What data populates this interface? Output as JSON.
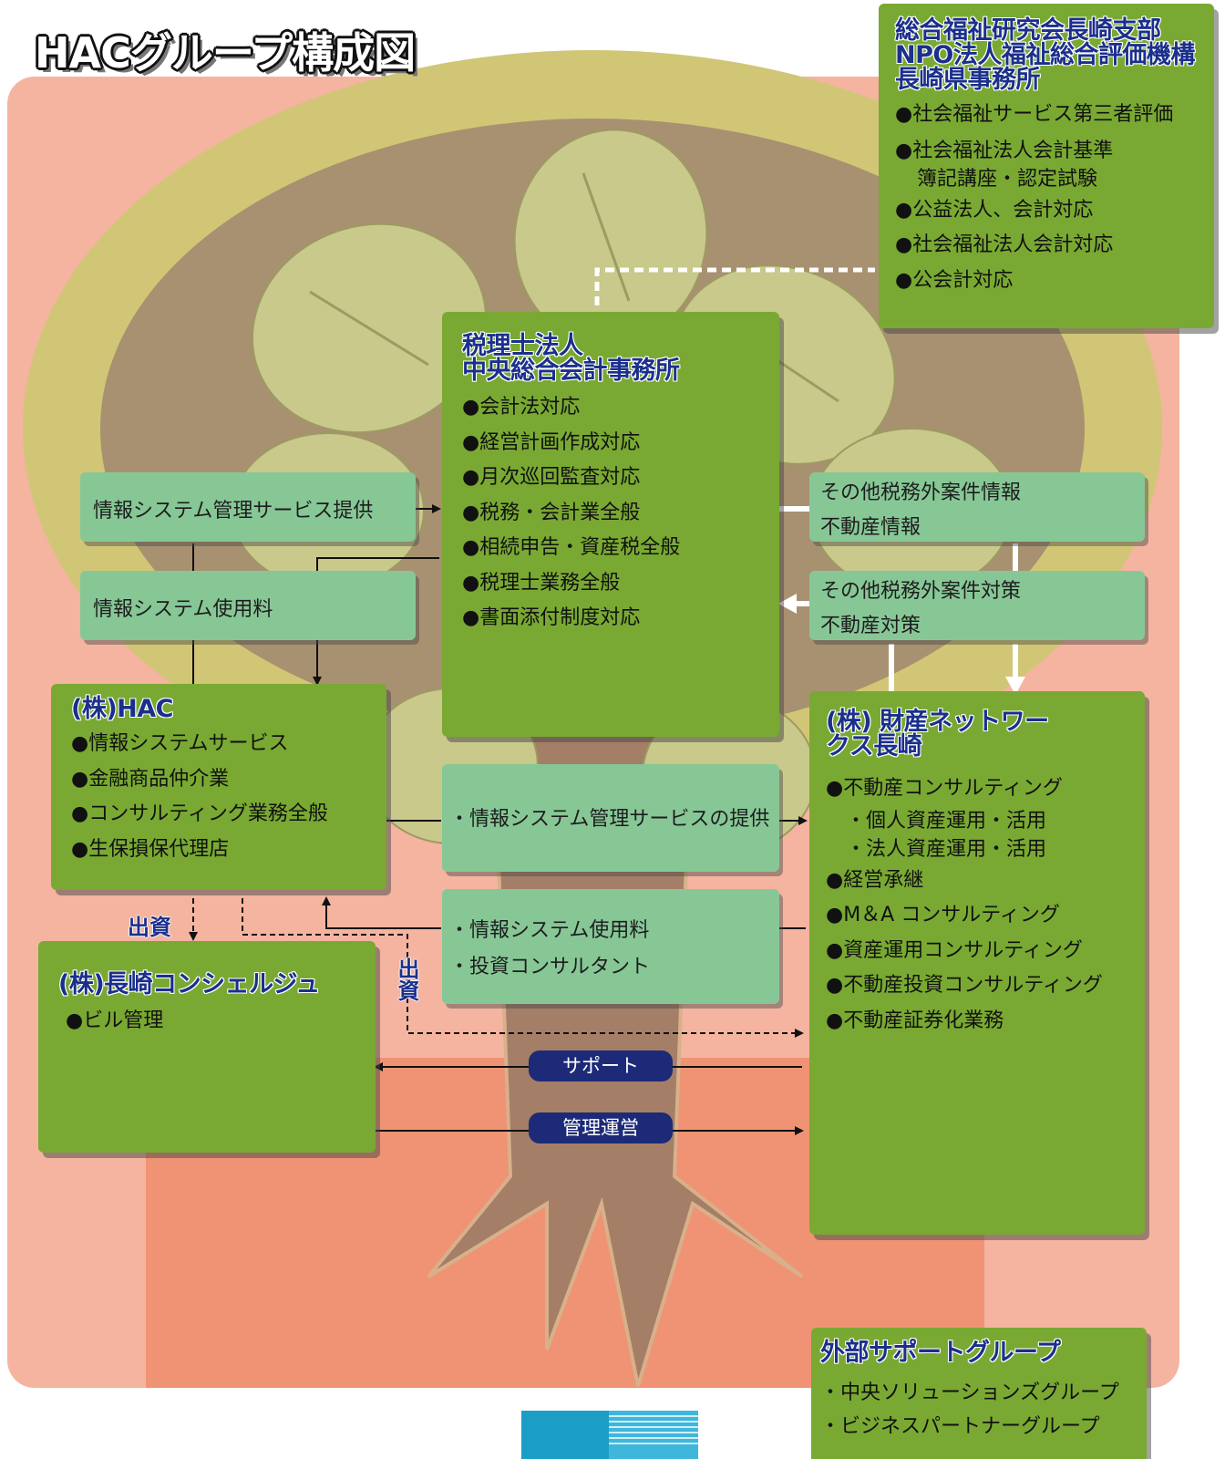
{
  "title": "HACグループ構成図",
  "colors": {
    "box_green": "#79a932",
    "light_green": "#87c796",
    "bg_pink": "#f4b4a0",
    "navy": "#1d2a78"
  },
  "npo_box": {
    "title_lines": [
      "総合福祉研究会長崎支部",
      "NPO法人福祉総合評価機構",
      "長崎県事務所"
    ],
    "items": [
      "●社会福祉サービス第三者評価",
      "●社会福祉法人会計基準",
      "簿記講座・認定試験",
      "●公益法人、会計対応",
      "●社会福祉法人会計対応",
      "●公会計対応"
    ]
  },
  "tax_box": {
    "title_lines": [
      "税理士法人",
      "中央総合会計事務所"
    ],
    "items": [
      "●会計法対応",
      "●経営計画作成対応",
      "●月次巡回監査対応",
      "●税務・会計業全般",
      "●相続申告・資産税全般",
      "●税理士業務全般",
      "●書面添付制度対応"
    ]
  },
  "hac_box": {
    "title": "(株)HAC",
    "items": [
      "●情報システムサービス",
      "●金融商品仲介業",
      "●コンサルティング業務全般",
      "●生保損保代理店"
    ]
  },
  "concierge_box": {
    "title": "(株)長崎コンシェルジュ",
    "items": [
      "●ビル管理"
    ]
  },
  "zaisan_box": {
    "title_lines": [
      "(株) 財産ネットワー",
      "クス長崎"
    ],
    "items": [
      {
        "text": "●不動産コンサルティング",
        "sub": false
      },
      {
        "text": "・個人資産運用・活用",
        "sub": true
      },
      {
        "text": "・法人資産運用・活用",
        "sub": true
      },
      {
        "text": "●経営承継",
        "sub": false
      },
      {
        "text": "●M＆A コンサルティング",
        "sub": false
      },
      {
        "text": "●資産運用コンサルティング",
        "sub": false
      },
      {
        "text": "●不動産投資コンサルティング",
        "sub": false
      },
      {
        "text": "●不動産証券化業務",
        "sub": false
      }
    ]
  },
  "external_box": {
    "title": "外部サポートグループ",
    "items": [
      "・中央ソリューションズグループ",
      "・ビジネスパートナーグループ"
    ]
  },
  "labels": {
    "info_mgmt_service": "情報システム管理サービス提供",
    "info_usage_fee": "情報システム使用料",
    "other_info_1": "その他税務外案件情報",
    "other_info_2": "不動産情報",
    "other_measure_1": "その他税務外案件対策",
    "other_measure_2": "不動産対策",
    "mid_service": "・情報システム管理サービスの提供",
    "mid_fee_1": "・情報システム使用料",
    "mid_fee_2": "・投資コンサルタント",
    "investment_1": "出資",
    "investment_2": "出資",
    "support": "サポート",
    "management": "管理運営"
  }
}
